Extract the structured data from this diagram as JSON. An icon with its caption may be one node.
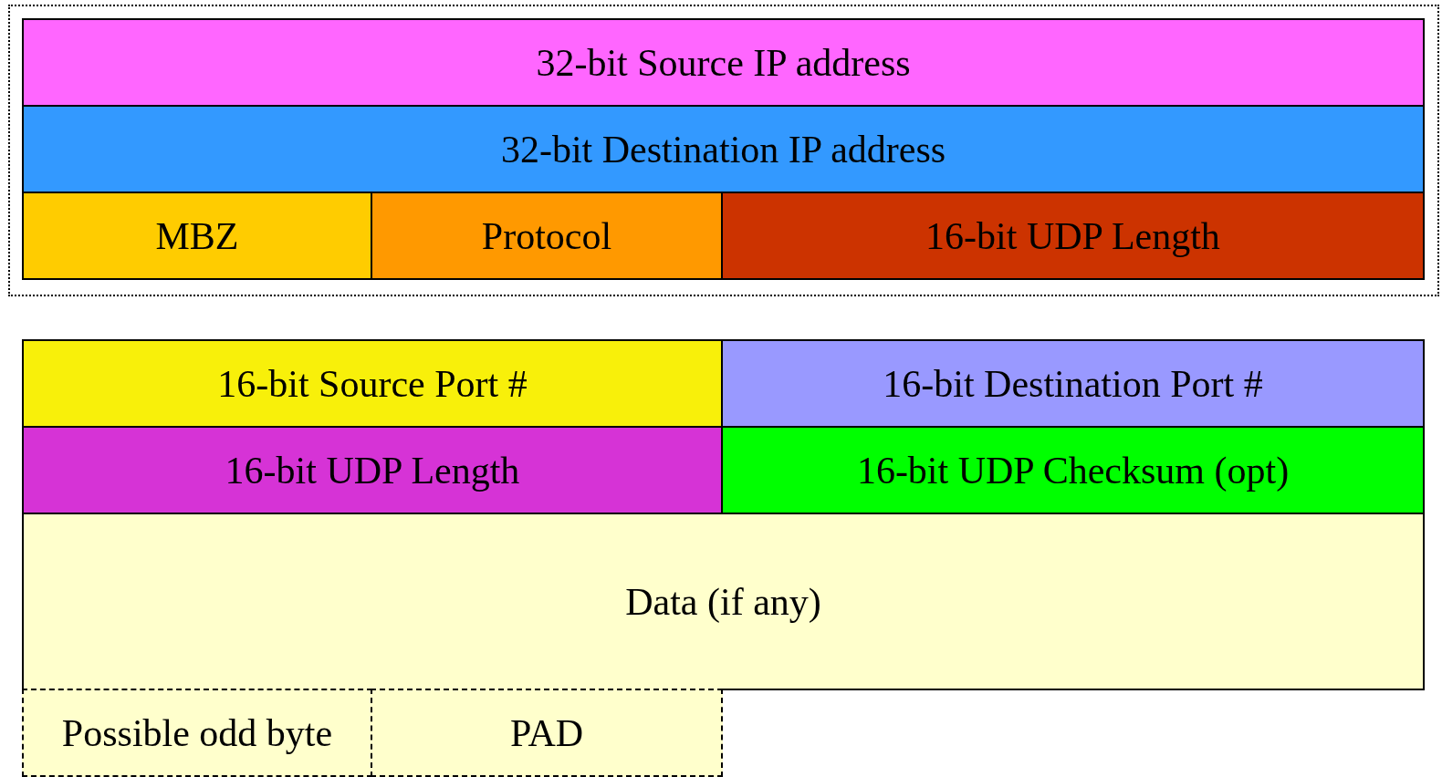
{
  "diagram": {
    "nodes": [
      {
        "text": [],
        "shape": "box"
      },
      {
        "text": [
          "32-bit Source IP address"
        ],
        "in": 0
      },
      {
        "text": [
          "32-bit Destination IP address"
        ],
        "in": 0
      },
      {
        "text": [
          "MBZ"
        ],
        "in": 0
      },
      {
        "text": [
          "Protocol"
        ],
        "in": 0
      },
      {
        "text": [
          "16-bit UDP Length"
        ],
        "in": 0
      },
      {
        "text": [
          "16-bit Source Port #"
        ]
      },
      {
        "text": [
          "16-bit Destination Port #"
        ]
      },
      {
        "text": [
          "16-bit UDP Length"
        ]
      },
      {
        "text": [
          "16-bit UDP Checksum (opt)"
        ]
      },
      {
        "text": [
          "Data (if any)"
        ]
      },
      {
        "text": [
          "Possible odd byte"
        ]
      },
      {
        "text": [
          "PAD"
        ]
      }
    ]
  }
}
